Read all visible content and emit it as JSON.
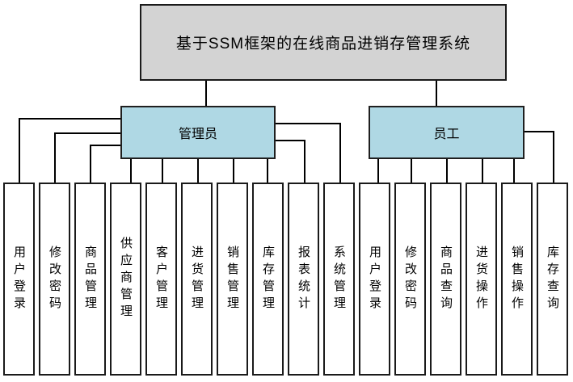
{
  "diagram": {
    "title": "基于SSM框架的在线商品进销存管理系统",
    "colors": {
      "title_fill": "#d3d3d3",
      "role_fill": "#afd8e4",
      "leaf_fill": "#ffffff",
      "border": "#1a1a1a",
      "line": "#000000",
      "background": "#ffffff"
    },
    "admin": {
      "label": "管理员",
      "children": [
        "用户登录",
        "修改密码",
        "商品管理",
        "供应商管理",
        "客户管理",
        "进货管理",
        "销售管理",
        "库存管理",
        "报表统计",
        "系统管理"
      ]
    },
    "employee": {
      "label": "员工",
      "children": [
        "用户登录",
        "修改密码",
        "商品查询",
        "进货操作",
        "销售操作",
        "库存查询"
      ]
    }
  }
}
